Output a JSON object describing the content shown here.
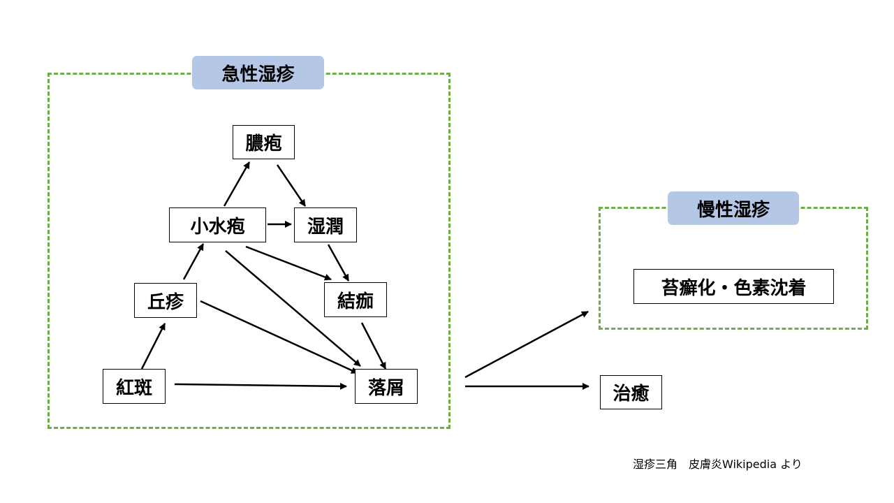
{
  "groups": {
    "acute": {
      "title": "急性湿疹"
    },
    "chronic": {
      "title": "慢性湿疹"
    }
  },
  "nodes": {
    "pustule": "膿疱",
    "vesicle": "小水疱",
    "wet": "湿潤",
    "papule": "丘疹",
    "crust": "結痂",
    "erythema": "紅斑",
    "scale": "落屑",
    "lichen": "苔癬化・色素沈着",
    "healing": "治癒"
  },
  "edges": [
    {
      "from": "erythema",
      "to": "papule"
    },
    {
      "from": "papule",
      "to": "vesicle"
    },
    {
      "from": "vesicle",
      "to": "pustule"
    },
    {
      "from": "pustule",
      "to": "wet"
    },
    {
      "from": "vesicle",
      "to": "wet"
    },
    {
      "from": "wet",
      "to": "crust"
    },
    {
      "from": "vesicle",
      "to": "crust"
    },
    {
      "from": "vesicle",
      "to": "scale"
    },
    {
      "from": "papule",
      "to": "scale"
    },
    {
      "from": "crust",
      "to": "scale"
    },
    {
      "from": "erythema",
      "to": "scale"
    },
    {
      "from": "acute",
      "to": "chronic"
    },
    {
      "from": "acute",
      "to": "healing"
    }
  ],
  "caption": "湿疹三角　皮膚炎Wikipedia より"
}
